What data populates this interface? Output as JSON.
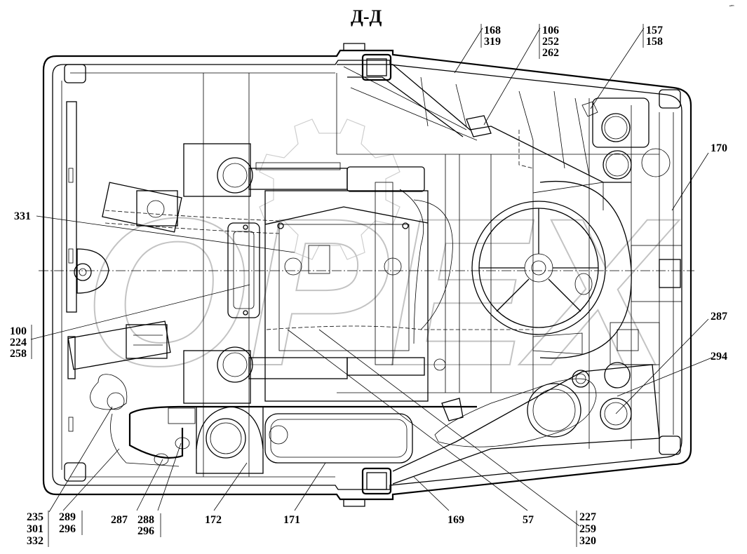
{
  "title": "Д-Д",
  "corner_mark": "▪ᵃᵐ",
  "watermark": "ОРЕХ",
  "callouts": {
    "c331": "331",
    "c100": [
      "100",
      "224",
      "258"
    ],
    "c235": [
      "235",
      "301",
      "332"
    ],
    "c289": [
      "289",
      "296"
    ],
    "c287_bottom": "287",
    "c288": [
      "288",
      "296"
    ],
    "c172": "172",
    "c171": "171",
    "c169": "169",
    "c57": "57",
    "c227": [
      "227",
      "259",
      "320"
    ],
    "c168": [
      "168",
      "319"
    ],
    "c106": [
      "106",
      "252",
      "262"
    ],
    "c157": [
      "157",
      "158"
    ],
    "c170": "170",
    "c287_right": "287",
    "c294": "294"
  }
}
